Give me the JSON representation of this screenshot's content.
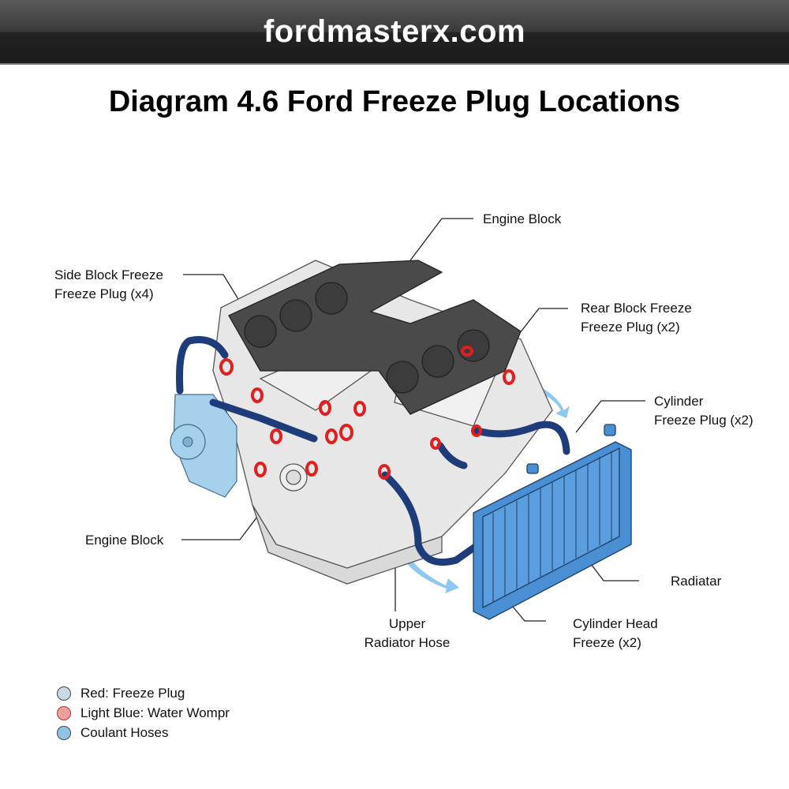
{
  "header": {
    "site": "fordmasterx.com",
    "bg_color": "#2a2a2a"
  },
  "title": "Diagram 4.6 Ford Freeze Plug Locations",
  "callouts": {
    "engine_block_top": {
      "lines": [
        "Engine Block"
      ]
    },
    "side_block": {
      "lines": [
        "Side Block Freeze",
        "Freeze Plug (x4)"
      ]
    },
    "rear_block": {
      "lines": [
        "Rear Block Freeze",
        "Freeze Plug (x2)"
      ]
    },
    "cylinder": {
      "lines": [
        "Cylinder",
        "Freeze Plug (x2)"
      ]
    },
    "engine_block_bottom": {
      "lines": [
        "Engine Block"
      ]
    },
    "radiator": {
      "lines": [
        "Radiatar"
      ]
    },
    "upper_hose": {
      "lines": [
        "Upper",
        "Radiator Hose"
      ]
    },
    "cylinder_head": {
      "lines": [
        "Cylinder Head",
        "Freeze (x2)"
      ]
    }
  },
  "legend": [
    {
      "label": "Red: Freeze Plug",
      "color": "#c9d9e3",
      "icon": "circle-swatch"
    },
    {
      "label": "Light Blue: Water Wompr",
      "color": "#eaa09c",
      "icon": "circle-swatch"
    },
    {
      "label": "Coulant Hoses",
      "color": "#8ec3e6",
      "icon": "circle-swatch"
    }
  ],
  "colors": {
    "freeze_plug": "#e02020",
    "hose": "#1f3c7a",
    "radiator": "#4a8fd4",
    "block": "#e6e6e6",
    "heads": "#4a4a4a",
    "water_pump": "#9ccbe8",
    "flow_arrow": "#8ec8ee"
  }
}
